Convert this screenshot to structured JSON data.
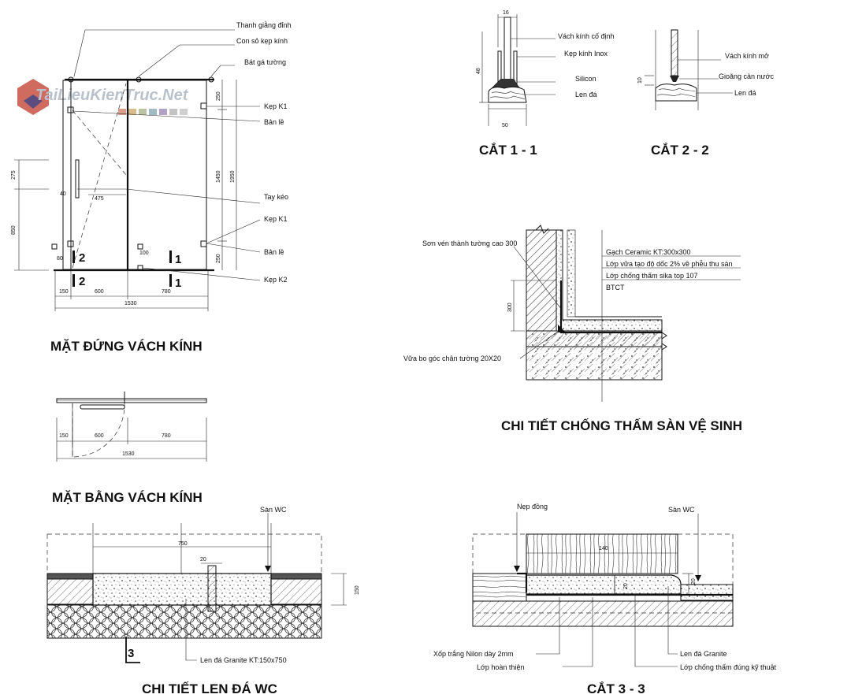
{
  "watermark": "TaiLieuKienTruc.Net",
  "elevation": {
    "title": "MẶT ĐỨNG VÁCH KÍNH",
    "labels": {
      "top_rail": "Thanh giằng đỉnh",
      "clamp_bar": "Con sỏ kẹp kính",
      "wall_bracket": "Bát gá tường",
      "clamp_k1_top": "Kẹp K1",
      "hinge_top": "Bản lề",
      "handle": "Tay kéo",
      "clamp_k1_mid": "Kẹp K1",
      "hinge_bottom": "Bản lề",
      "clamp_k2": "Kẹp K2"
    },
    "dims": {
      "d275": "275",
      "d850": "850",
      "d40": "40",
      "d475": "475",
      "d80": "80",
      "d100": "100",
      "d250_top": "250",
      "d1450": "1450",
      "d1950": "1950",
      "d250_bottom": "250",
      "d150": "150",
      "d600": "600",
      "d780": "780",
      "d1530": "1530"
    },
    "marks": [
      "2",
      "1",
      "2",
      "1"
    ]
  },
  "plan": {
    "title": "MẶT BẰNG  VÁCH KÍNH",
    "dims": {
      "d150": "150",
      "d600": "600",
      "d780": "780",
      "d1530": "1530"
    }
  },
  "sec11": {
    "title": "CẮT 1 - 1",
    "labels": {
      "fixed_glass": "Vách kính cố định",
      "inox_clamp": "Kẹp kính Inox",
      "silicon": "Silicon",
      "stone_sill": "Len đá"
    },
    "dims": {
      "d16": "16",
      "d48": "48",
      "d50": "50"
    }
  },
  "sec22": {
    "title": "CẮT 2 - 2",
    "labels": {
      "open_glass": "Vách kính mở",
      "water_seal": "Gioăng cản nước",
      "stone_sill": "Len đá"
    },
    "dims": {
      "d10": "10"
    }
  },
  "waterproof": {
    "title": "CHI TIẾT CHỐNG THẤM SÀN VỆ SINH",
    "labels": {
      "wall_paint": "Sơn vén thành tường cao 300",
      "tile": "Gạch Ceramic KT:300x300",
      "mortar": "Lớp vữa tạo độ dốc 2% về phễu thu sàn",
      "sika": "Lớp chống thấm sika top 107",
      "concrete": "BTCT",
      "corner": "Vữa bo góc chân tường 20X20"
    },
    "dims": {
      "d300": "300"
    }
  },
  "sill": {
    "title": "CHI TIẾT LEN ĐÁ WC",
    "labels": {
      "wc_floor": "Sàn WC",
      "granite": "Len đá Granite KT:150x750"
    },
    "dims": {
      "d750": "750",
      "d20": "20",
      "d150": "150"
    },
    "mark": "3"
  },
  "sec33": {
    "title": "CẮT 3 - 3",
    "labels": {
      "copper_strip": "Nẹp đồng",
      "wc_floor": "Sàn WC",
      "foam": "Xốp trắng Nilon dày 2mm",
      "finish": "Lớp hoàn thiện",
      "granite": "Len đá Granite",
      "waterproof": "Lớp chống thấm đúng kỹ thuật"
    },
    "dims": {
      "d140": "140",
      "d20a": "20",
      "d20b": "20"
    }
  }
}
